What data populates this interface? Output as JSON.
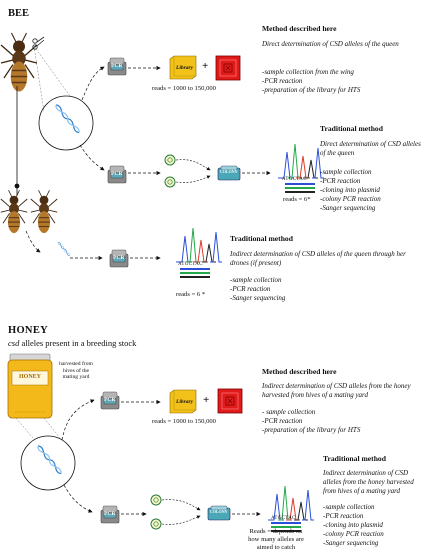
{
  "bee": {
    "title": "BEE",
    "method1": {
      "heading": "Method described here",
      "desc": "Direct determination of CSD alleles of the queen",
      "steps": [
        "-sample collection from the wing",
        "-PCR reaction",
        "-preparation of the library for HTS"
      ],
      "reads": "reads = 1000 to 150,000",
      "pcr_label": "PCR",
      "library_label": "Library"
    },
    "method2": {
      "heading": "Traditional method",
      "desc": "Direct determination of CSD alleles of the queen",
      "steps": [
        "-sample collection",
        "-PCR reaction",
        "-cloning into plasmid",
        "-colony PCR reaction",
        "-Sanger sequencing"
      ],
      "reads": "reads = 6*",
      "pcr_label": "PCR",
      "colony_label": "COLONY",
      "seq": "ATGCTAC"
    },
    "method3": {
      "heading": "Traditional method",
      "desc": "Indirect determination of CSD alleles of the queen through her drones (if present)",
      "steps": [
        "-sample collection",
        "-PCR reaction",
        "-Sanger sequencing"
      ],
      "reads": "reads = 6 *",
      "pcr_label": "PCR",
      "seq": "ATGCTAC"
    }
  },
  "honey": {
    "title": "HONEY",
    "subtitle_italic": "csd",
    "subtitle_rest": "alleles present in a breeding stock",
    "jar_label": "HONEY",
    "jar_caption": "harvested from hives of the mating yard",
    "method1": {
      "heading": "Method described here",
      "desc": "Indirect determination of CSD alleles from the honey harvested from hives of a mating yard",
      "steps": [
        "- sample collection",
        "-PCR reaction",
        "-preparation of the library for HTS"
      ],
      "reads": "reads = 1000 to 150,000",
      "pcr_label": "PCR",
      "library_label": "Library"
    },
    "method2": {
      "heading": "Traditional method",
      "desc": "Indirect determination of CSD alleles from the honey harvested from hives of a mating yard",
      "steps": [
        "-sample collection",
        "-PCR reaction",
        "-cloning into plasmid",
        "-colony PCR reaction",
        "-Sanger sequencing"
      ],
      "reads": "Reads = depends on how many alleles are aimed to catch",
      "pcr_label": "PCR",
      "colony_label": "COLONY",
      "seq": "ATGCTAC"
    }
  },
  "colors": {
    "pcr_body": "#8a8a8a",
    "pcr_screen": "#5ea8b8",
    "library_yellow": "#f2c21b",
    "hts_red": "#e11a1a",
    "colony_teal": "#4aa7b7",
    "jar_honey": "#f3b81a",
    "chromatogram_blue": "#2b4fd6",
    "chromatogram_green": "#25a84a",
    "chromatogram_red": "#e23a2a",
    "chromatogram_black": "#222222"
  }
}
